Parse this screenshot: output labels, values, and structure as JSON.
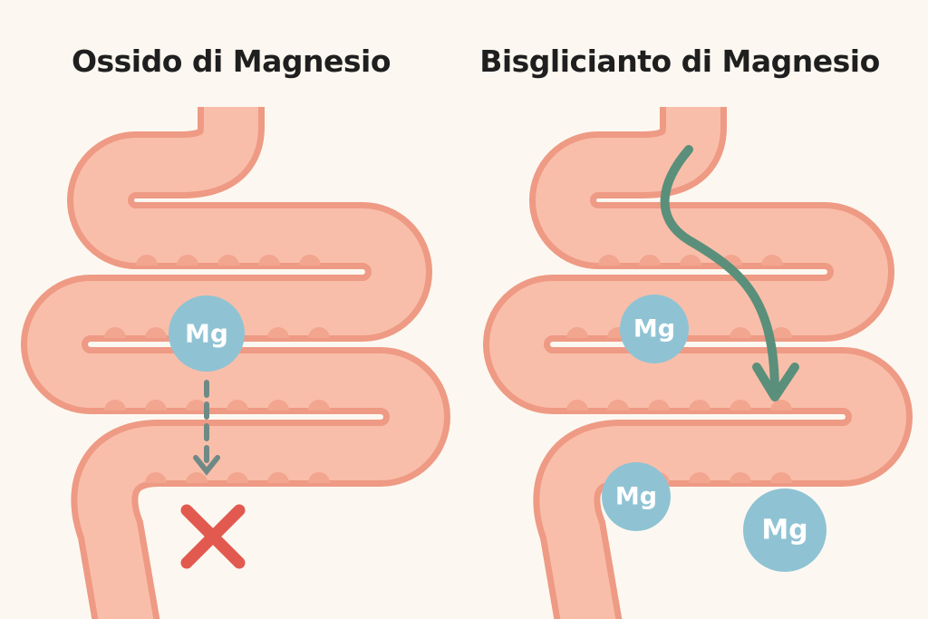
{
  "left_panel": {
    "title": "Ossido di Magnesio",
    "mg_label": "Mg"
  },
  "right_panel": {
    "title": "Bisglicianto di Magnesio",
    "mg_labels": [
      "Mg",
      "Mg",
      "Mg"
    ]
  },
  "colors": {
    "tube_outline": "#ee9a84",
    "tube_fill": "#f9bea9",
    "villi": "#f2a58f",
    "mg": "#8fc3d4",
    "arrow_green": "#5a8f7b",
    "arrow_gray": "#6f8a86",
    "cross": "#e25a4f"
  }
}
